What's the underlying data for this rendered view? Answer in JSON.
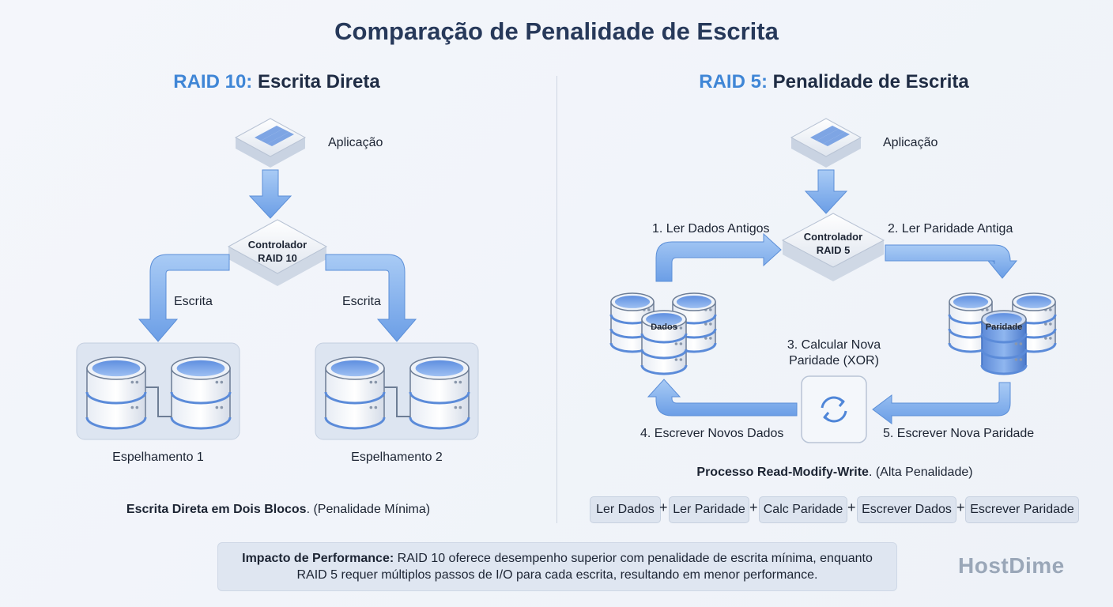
{
  "title": "Comparação de Penalidade de Escrita",
  "raid10": {
    "title_accent": "RAID 10:",
    "title_rest": " Escrita Direta",
    "app_label": "Aplicação",
    "controller_line1": "Controlador",
    "controller_line2": "RAID 10",
    "left_write": "Escrita",
    "right_write": "Escrita",
    "mirror1": "Espelhamento 1",
    "mirror2": "Espelhamento 2",
    "caption_bold": "Escrita Direta em Dois Blocos",
    "caption_rest": ". (Penalidade Mínima)"
  },
  "raid5": {
    "title_accent": "RAID 5:",
    "title_rest": " Penalidade de Escrita",
    "app_label": "Aplicação",
    "controller_line1": "Controlador",
    "controller_line2": "RAID 5",
    "step1": "1. Ler Dados Antigos",
    "step2": "2. Ler Paridade Antiga",
    "step3_line1": "3. Calcular Nova",
    "step3_line2": "Paridade (XOR)",
    "step4": "4. Escrever Novos Dados",
    "step5": "5. Escrever Nova Paridade",
    "data_disk": "Dados",
    "parity_disk": "Paridade",
    "caption_bold": "Processo Read-Modify-Write",
    "caption_rest": ". (Alta Penalidade)",
    "ops": [
      "Ler Dados",
      "Ler Paridade",
      "Calc Paridade",
      "Escrever Dados",
      "Escrever Paridade"
    ],
    "plus": "+"
  },
  "impact": {
    "bold": "Impacto de Performance:",
    "line1_rest": " RAID 10 oferece desempenho superior com penalidade de escrita mínima, enquanto",
    "line2": "RAID 5 requer múltiplos passos de I/O para cada escrita, resultando em menor performance."
  },
  "brand": "HostDime",
  "colors": {
    "accent": "#3f86d6",
    "arrow": "#8db7f0",
    "disk_top": "#6f9fe6"
  }
}
